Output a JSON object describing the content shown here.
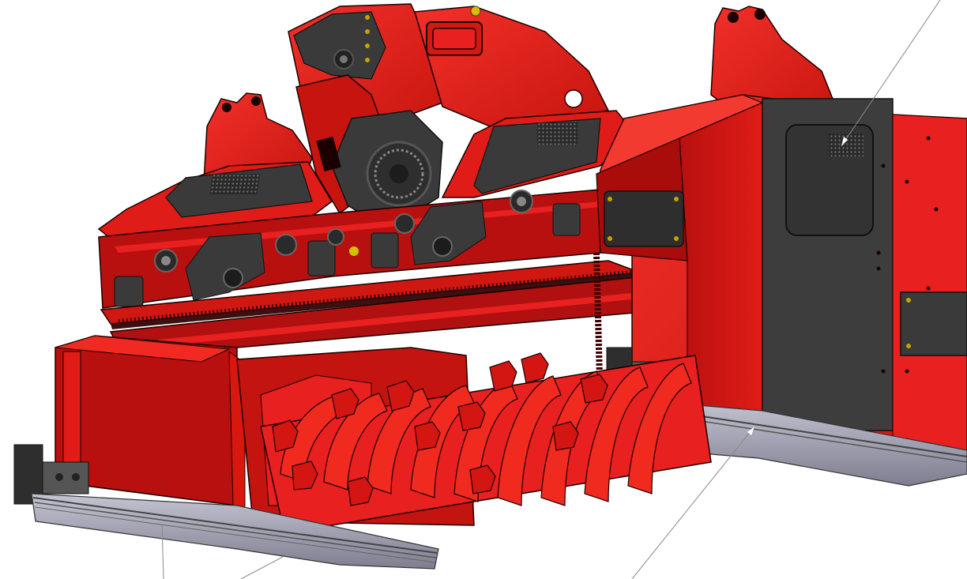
{
  "scene": {
    "subject": "forestry-mulcher-cad-render",
    "view": "isometric-front-left",
    "leader_line_count": 4
  },
  "colors": {
    "body_red": "#e8201f",
    "dark_red": "#b8100f",
    "deep_red": "#8a0a0a",
    "panel_black": "#3a3a3a",
    "rotor_red": "#f0201a",
    "skid_grey": "#8a8a9a",
    "skid_light": "#b4b4c4",
    "outline": "#1a0000",
    "leader": "#8a8a8a",
    "background": "#ffffff"
  }
}
